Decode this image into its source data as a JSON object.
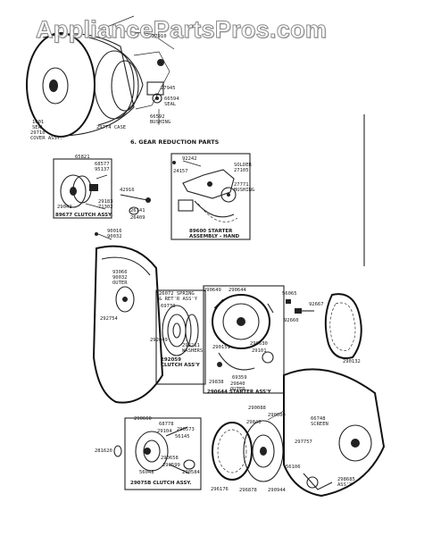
{
  "watermark": "AppliancePartsPros.com",
  "section_title": "6. GEAR REDUCTION PARTS",
  "labels": {
    "l_27910": "27910",
    "l_29710_cover": "29710\nCOVER ASSY.",
    "l_29774_case": "29774 CASE",
    "l_66592_bushing": "66592\nBUSHING",
    "l_seal": "SEAL",
    "l_66594_seal": "66594\nSEAL",
    "l_27945": "27945",
    "l_1001_seal": "1001\nSEAL",
    "l_65821": "65821",
    "l_68577": "68577",
    "l_95137": "95137",
    "l_29183": "29183",
    "l_71302": "71302",
    "l_29042": "29042",
    "l_89677_clutch": "89677 CLUTCH ASSY.",
    "l_42916": "42916",
    "l_26409": "26409",
    "l_26141": "26141",
    "l_92242": "92242",
    "l_24157": "24157",
    "l_solder": "SOLDER\n27105",
    "l_27771": "27771",
    "l_bushing": "BUSHING",
    "l_89600_starter": "89600 STARTER\nASSEMBLY - HAND",
    "l_90016": "90016",
    "l_90032": "90032",
    "l_93066": "93066",
    "l_90032b": "90032\nOUTER",
    "l_292754": "292754",
    "l_spring": "26072 SPRING\n& RET'R ASS'Y",
    "l_69730": "69730",
    "l_290649": "290649",
    "l_290644": "290644",
    "l_56065": "56065",
    "l_92667": "92667",
    "l_92660": "92660",
    "l_290132": "290132",
    "l_292049": "292049",
    "l_292211": "292211",
    "l_washer": "WASHERS",
    "l_292059_clutch": "292059\nCLUTCH ASS'Y",
    "l_290151": "290151",
    "l_290630": "290630",
    "l_29101": "29101",
    "l_69359": "69359",
    "l_29838": "29838",
    "l_29840": "29840\nOUTER",
    "l_290644_starter": "290644 STARTER ASS'Y",
    "l_290660": "290660",
    "l_290573": "290573",
    "l_68778": "68778",
    "l_29104": "29104",
    "l_56145": "56145",
    "l_281620": "281620",
    "l_290658": "290658",
    "l_290599": "290599",
    "l_290584": "290584",
    "l_56048": "56048",
    "l_29075_clutch": "29075B CLUTCH ASSY.",
    "l_290088": "290088",
    "l_290600": "290600",
    "l_29840b": "29840",
    "l_296176": "296176",
    "l_296878": "296878",
    "l_290944": "290944",
    "l_66748_screen": "66748\nSCREEN",
    "l_297757": "297757",
    "l_56106": "56106",
    "l_298685": "298685\nASS'Y"
  }
}
